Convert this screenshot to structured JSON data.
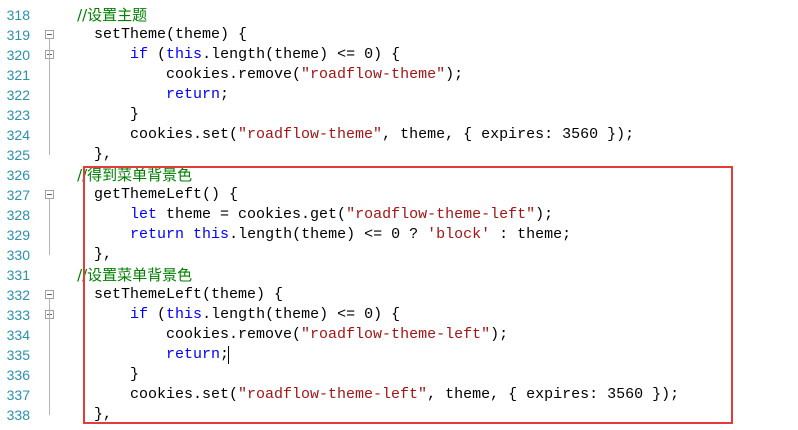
{
  "editor": {
    "lines": [
      {
        "no": "318",
        "fold": false,
        "tokens": [
          {
            "t": "    //设置主题",
            "c": "cmt"
          }
        ]
      },
      {
        "no": "319",
        "fold": true,
        "tokens": [
          {
            "t": "    setTheme(theme) {",
            "c": "plain"
          }
        ]
      },
      {
        "no": "320",
        "fold": true,
        "tokens": [
          {
            "t": "        ",
            "c": "plain"
          },
          {
            "t": "if",
            "c": "kw"
          },
          {
            "t": " (",
            "c": "plain"
          },
          {
            "t": "this",
            "c": "kw"
          },
          {
            "t": ".length(theme) <= 0) {",
            "c": "plain"
          }
        ]
      },
      {
        "no": "321",
        "fold": false,
        "tokens": [
          {
            "t": "            cookies.remove(",
            "c": "plain"
          },
          {
            "t": "\"roadflow-theme\"",
            "c": "str"
          },
          {
            "t": ");",
            "c": "plain"
          }
        ]
      },
      {
        "no": "322",
        "fold": false,
        "tokens": [
          {
            "t": "            ",
            "c": "plain"
          },
          {
            "t": "return",
            "c": "kw"
          },
          {
            "t": ";",
            "c": "plain"
          }
        ]
      },
      {
        "no": "323",
        "fold": false,
        "tokens": [
          {
            "t": "        }",
            "c": "plain"
          }
        ]
      },
      {
        "no": "324",
        "fold": false,
        "tokens": [
          {
            "t": "        cookies.set(",
            "c": "plain"
          },
          {
            "t": "\"roadflow-theme\"",
            "c": "str"
          },
          {
            "t": ", theme, { expires: 3560 });",
            "c": "plain"
          }
        ]
      },
      {
        "no": "325",
        "fold": false,
        "tokens": [
          {
            "t": "    },",
            "c": "plain"
          }
        ]
      },
      {
        "no": "326",
        "fold": false,
        "tokens": [
          {
            "t": "    //得到菜单背景色",
            "c": "cmt"
          }
        ]
      },
      {
        "no": "327",
        "fold": true,
        "tokens": [
          {
            "t": "    getThemeLeft() {",
            "c": "plain"
          }
        ]
      },
      {
        "no": "328",
        "fold": false,
        "tokens": [
          {
            "t": "        ",
            "c": "plain"
          },
          {
            "t": "let",
            "c": "kw"
          },
          {
            "t": " theme = cookies.get(",
            "c": "plain"
          },
          {
            "t": "\"roadflow-theme-left\"",
            "c": "str"
          },
          {
            "t": ");",
            "c": "plain"
          }
        ]
      },
      {
        "no": "329",
        "fold": false,
        "tokens": [
          {
            "t": "        ",
            "c": "plain"
          },
          {
            "t": "return",
            "c": "kw"
          },
          {
            "t": " ",
            "c": "plain"
          },
          {
            "t": "this",
            "c": "kw"
          },
          {
            "t": ".length(theme) <= 0 ? ",
            "c": "plain"
          },
          {
            "t": "'block'",
            "c": "str"
          },
          {
            "t": " : theme;",
            "c": "plain"
          }
        ]
      },
      {
        "no": "330",
        "fold": false,
        "tokens": [
          {
            "t": "    },",
            "c": "plain"
          }
        ]
      },
      {
        "no": "331",
        "fold": false,
        "tokens": [
          {
            "t": "    //设置菜单背景色",
            "c": "cmt"
          }
        ]
      },
      {
        "no": "332",
        "fold": true,
        "tokens": [
          {
            "t": "    setThemeLeft(theme) {",
            "c": "plain"
          }
        ]
      },
      {
        "no": "333",
        "fold": true,
        "tokens": [
          {
            "t": "        ",
            "c": "plain"
          },
          {
            "t": "if",
            "c": "kw"
          },
          {
            "t": " (",
            "c": "plain"
          },
          {
            "t": "this",
            "c": "kw"
          },
          {
            "t": ".length(theme) <= 0) {",
            "c": "plain"
          }
        ]
      },
      {
        "no": "334",
        "fold": false,
        "tokens": [
          {
            "t": "            cookies.remove(",
            "c": "plain"
          },
          {
            "t": "\"roadflow-theme-left\"",
            "c": "str"
          },
          {
            "t": ");",
            "c": "plain"
          }
        ]
      },
      {
        "no": "335",
        "fold": false,
        "tokens": [
          {
            "t": "            ",
            "c": "plain"
          },
          {
            "t": "return",
            "c": "kw"
          },
          {
            "t": ";",
            "c": "plain"
          }
        ]
      },
      {
        "no": "336",
        "fold": false,
        "tokens": [
          {
            "t": "        }",
            "c": "plain"
          }
        ]
      },
      {
        "no": "337",
        "fold": false,
        "tokens": [
          {
            "t": "        cookies.set(",
            "c": "plain"
          },
          {
            "t": "\"roadflow-theme-left\"",
            "c": "str"
          },
          {
            "t": ", theme, { expires: 3560 });",
            "c": "plain"
          }
        ]
      },
      {
        "no": "338",
        "fold": false,
        "tokens": [
          {
            "t": "    },",
            "c": "plain"
          }
        ]
      }
    ],
    "colors": {
      "keyword": "#0000ff",
      "string": "#a31515",
      "comment": "#008000",
      "line_number": "#2b91af",
      "highlight_border": "#e03c3c"
    }
  }
}
